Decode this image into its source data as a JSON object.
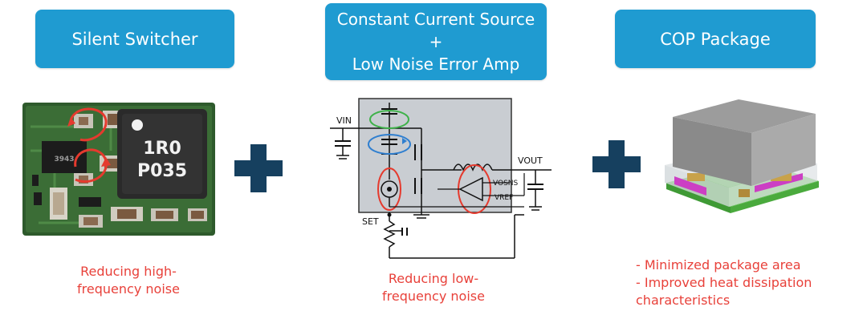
{
  "columns": [
    {
      "header_lines": [
        "Silent Switcher"
      ],
      "caption_lines": [
        "Reducing high-",
        "frequency noise"
      ],
      "image": {
        "marking_line1": "1R0",
        "marking_line2": "P035",
        "ic_marking": "3943"
      }
    },
    {
      "header_lines": [
        "Constant Current Source",
        "+",
        "Low Noise Error Amp"
      ],
      "caption_lines": [
        "Reducing low-",
        "frequency noise"
      ],
      "schematic": {
        "vin_label": "VIN",
        "vout_label": "VOUT",
        "vosns_label": "VOSNS",
        "vref_label": "VREF",
        "set_label": "SET"
      }
    },
    {
      "header_lines": [
        "COP Package"
      ],
      "caption_lines": [
        "- Minimized package area",
        "- Improved heat dissipation",
        "characteristics"
      ]
    }
  ],
  "colors": {
    "header_bg": "#1f9bd1",
    "caption": "#e8413a",
    "plus": "#16405f",
    "highlight_red": "#e53a2e",
    "highlight_green": "#3fb24a",
    "highlight_blue": "#2f7fd0"
  },
  "icons": [
    "plus-icon",
    "plus-icon"
  ]
}
